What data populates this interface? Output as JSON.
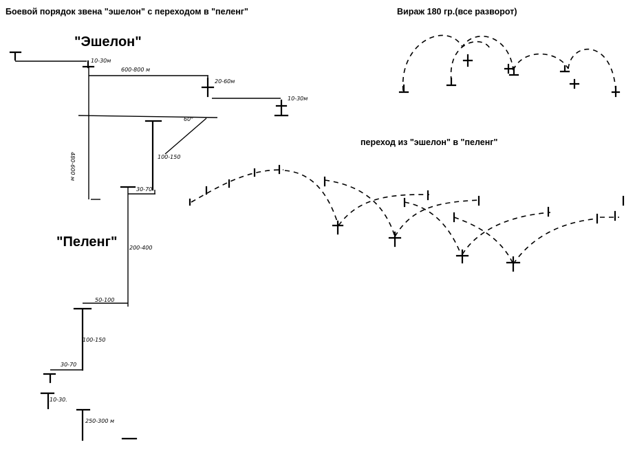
{
  "title_main": "Боевой порядок звена \"эшелон\" с переходом в \"пеленг\"",
  "title_turn": "Вираж 180 гр.(все разворот)",
  "title_transition": "переход из \"эшелон\" в \"пеленг\"",
  "label_echelon": "\"Эшелон\"",
  "label_peleng": "\"Пеленг\"",
  "dims": {
    "d1": "10-30м",
    "d2": "600-800 м",
    "d3": "20-60м",
    "d4": "10-30м",
    "d5": "60°",
    "d6": "480-600 м",
    "d7": "100-150",
    "d8": "30-70",
    "d9": "200-400",
    "d10": "50-100",
    "d11": "100-150",
    "d12": "30-70",
    "d13": "10-30.",
    "d14": "250-300 м"
  },
  "colors": {
    "ink": "#000000",
    "background": "#ffffff"
  }
}
